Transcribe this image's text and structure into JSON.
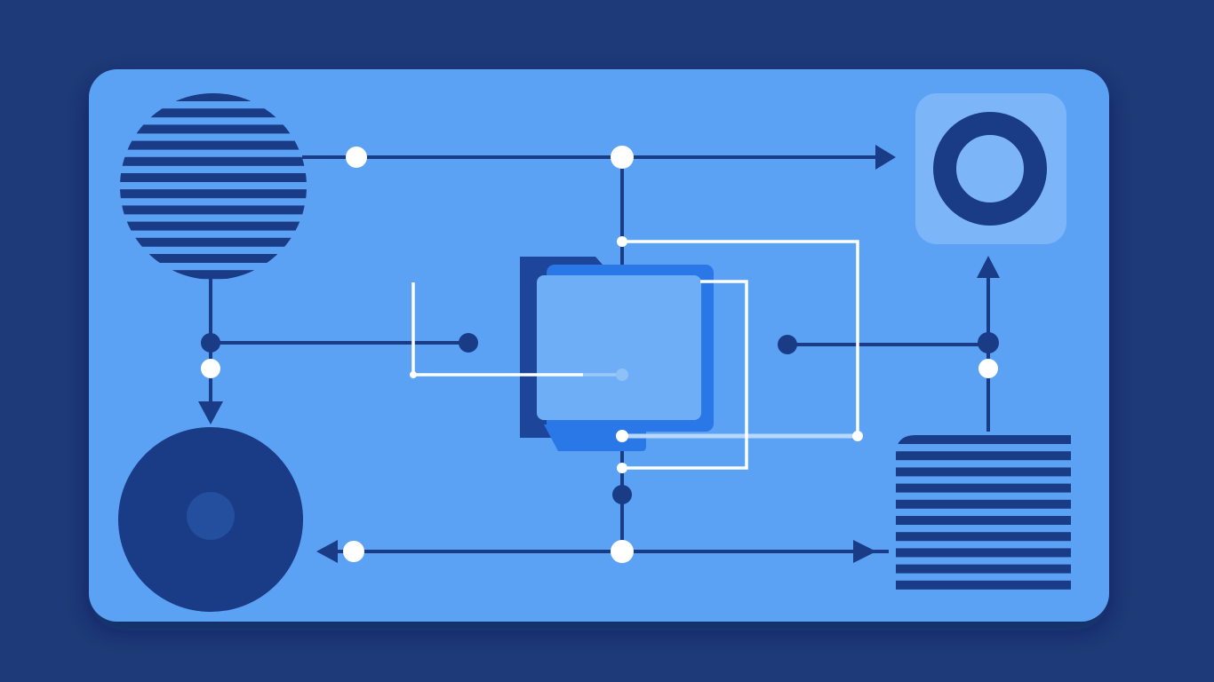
{
  "colors": {
    "background": "#1e3a78",
    "card": "#5ca2f4",
    "dark": "#1a3b85",
    "node_white": "#ffffff",
    "panel_light": "#6eaef7",
    "panel_mid": "#2a78e8",
    "tile": "#7cb6f8"
  },
  "icons": [
    "striped-circle",
    "ring-icon",
    "disc-icon",
    "striped-block",
    "layered-panels"
  ]
}
